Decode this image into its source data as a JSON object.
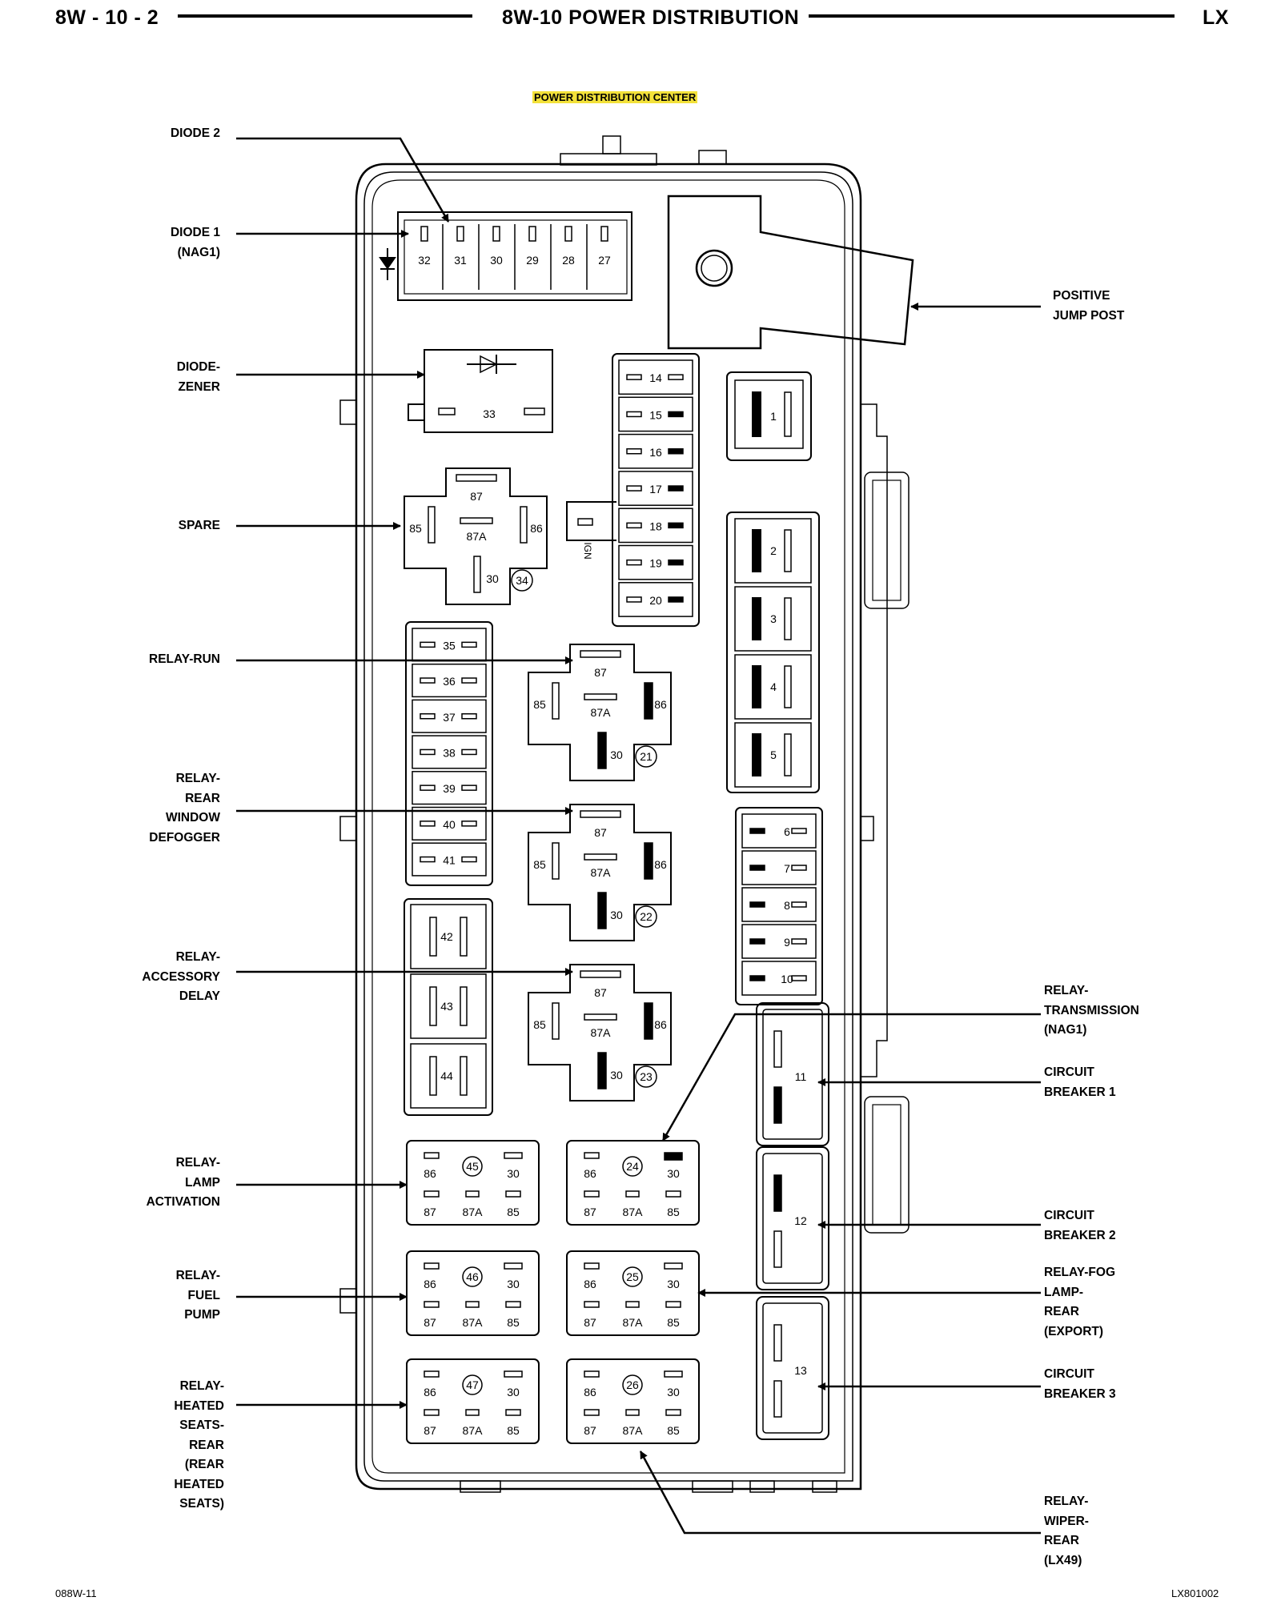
{
  "header": {
    "page_id": "8W - 10 - 2",
    "title": "8W-10 POWER DISTRIBUTION",
    "model": "LX"
  },
  "subtitle": "POWER DISTRIBUTION CENTER",
  "labels": {
    "diode2": "DIODE 2",
    "diode1": "DIODE 1\n(NAG1)",
    "diode_zener": "DIODE-\nZENER",
    "spare": "SPARE",
    "relay_run": "RELAY-RUN",
    "relay_rear_window_defogger": "RELAY-\nREAR\nWINDOW\nDEFOGGER",
    "relay_accessory_delay": "RELAY-\nACCESSORY\nDELAY",
    "relay_lamp_activation": "RELAY-\nLAMP\nACTIVATION",
    "relay_fuel_pump": "RELAY-\nFUEL\nPUMP",
    "relay_heated_seats_rear": "RELAY-\nHEATED\nSEATS-\nREAR\n(REAR\nHEATED\nSEATS)",
    "positive_jump_post": "POSITIVE\nJUMP POST",
    "relay_transmission": "RELAY-\nTRANSMISSION\n(NAG1)",
    "circuit_breaker_1": "CIRCUIT\nBREAKER 1",
    "circuit_breaker_2": "CIRCUIT\nBREAKER 2",
    "relay_fog_lamp_rear": "RELAY-FOG\nLAMP-\nREAR\n(EXPORT)",
    "circuit_breaker_3": "CIRCUIT\nBREAKER 3",
    "relay_wiper_rear": "RELAY-\nWIPER-\nREAR\n(LX49)"
  },
  "diode_block": [
    "32",
    "31",
    "30",
    "29",
    "28",
    "27"
  ],
  "diode_zener_number": "33",
  "ign_label": "IGN",
  "mini_fuses_center": [
    "14",
    "15",
    "16",
    "17",
    "18",
    "19",
    "20"
  ],
  "mini_fuses_left": [
    "35",
    "36",
    "37",
    "38",
    "39",
    "40",
    "41"
  ],
  "mini_fuses_right": [
    "6",
    "7",
    "8",
    "9",
    "10"
  ],
  "maxi_fuses_right": [
    "1",
    "2",
    "3",
    "4",
    "5"
  ],
  "maxi_fuses_left": [
    "42",
    "43",
    "44"
  ],
  "circuit_breakers": [
    "11",
    "12",
    "13"
  ],
  "iso_relays": [
    {
      "id": "34",
      "pins": [
        "87",
        "85",
        "87A",
        "86",
        "30"
      ]
    },
    {
      "id": "21",
      "pins": [
        "87",
        "85",
        "87A",
        "86",
        "30"
      ]
    },
    {
      "id": "22",
      "pins": [
        "87",
        "85",
        "87A",
        "86",
        "30"
      ]
    },
    {
      "id": "23",
      "pins": [
        "87",
        "85",
        "87A",
        "86",
        "30"
      ]
    }
  ],
  "micro_relays": [
    {
      "id": "45",
      "pins": [
        "86",
        "30",
        "87",
        "87A",
        "85"
      ]
    },
    {
      "id": "24",
      "pins": [
        "86",
        "30",
        "87",
        "87A",
        "85"
      ]
    },
    {
      "id": "46",
      "pins": [
        "86",
        "30",
        "87",
        "87A",
        "85"
      ]
    },
    {
      "id": "25",
      "pins": [
        "86",
        "30",
        "87",
        "87A",
        "85"
      ]
    },
    {
      "id": "47",
      "pins": [
        "86",
        "30",
        "87",
        "87A",
        "85"
      ]
    },
    {
      "id": "26",
      "pins": [
        "86",
        "30",
        "87",
        "87A",
        "85"
      ]
    }
  ],
  "footer": {
    "left": "088W-11",
    "right": "LX801002"
  }
}
